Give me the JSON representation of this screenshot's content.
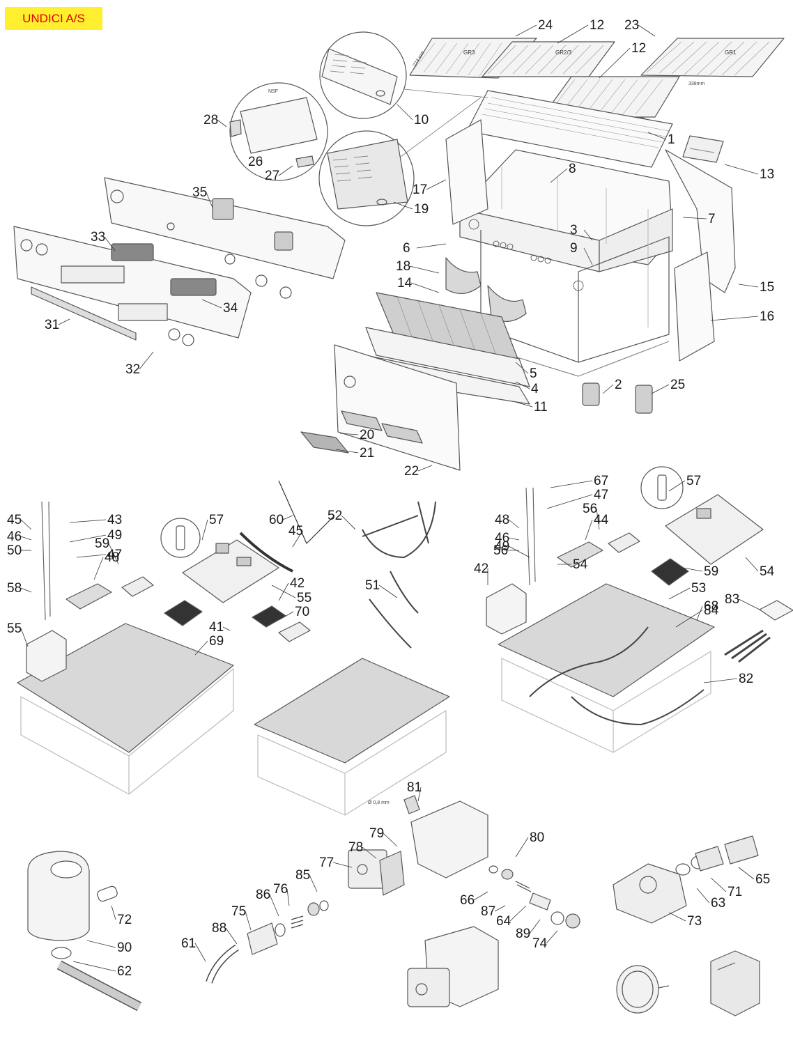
{
  "title": "UNDICI A/S",
  "colors": {
    "title_bg": "#ffef2e",
    "title_text": "#e00000",
    "line": "#555555",
    "fill_light": "#f2f2f2",
    "fill_gray": "#bbbbbb"
  },
  "grid_labels": {
    "gr3": "GR3",
    "gr23": "GR2/3",
    "gr1": "GR1"
  },
  "small_labels": {
    "nsf": "NSF",
    "dim_a": "274 mm",
    "dim_b": "338mm"
  },
  "note_orifice": "Ø 0,8 mm",
  "part_numbers": [
    "24",
    "12",
    "23",
    "12",
    "28",
    "10",
    "26",
    "27",
    "1",
    "13",
    "8",
    "17",
    "19",
    "35",
    "7",
    "3",
    "33",
    "6",
    "9",
    "18",
    "15",
    "14",
    "34",
    "16",
    "31",
    "5",
    "32",
    "2",
    "25",
    "4",
    "11",
    "20",
    "21",
    "22",
    "67",
    "57",
    "47",
    "56",
    "43",
    "45",
    "57",
    "60",
    "52",
    "46",
    "49",
    "44",
    "45",
    "48",
    "47",
    "46",
    "56",
    "50",
    "59",
    "49",
    "48",
    "54",
    "58",
    "42",
    "51",
    "42",
    "59",
    "55",
    "54",
    "55",
    "53",
    "41",
    "68",
    "69",
    "70",
    "83",
    "84",
    "82",
    "81",
    "80",
    "79",
    "78",
    "77",
    "85",
    "76",
    "86",
    "66",
    "75",
    "87",
    "65",
    "88",
    "64",
    "71",
    "89",
    "63",
    "72",
    "74",
    "73",
    "90",
    "61",
    "62"
  ]
}
